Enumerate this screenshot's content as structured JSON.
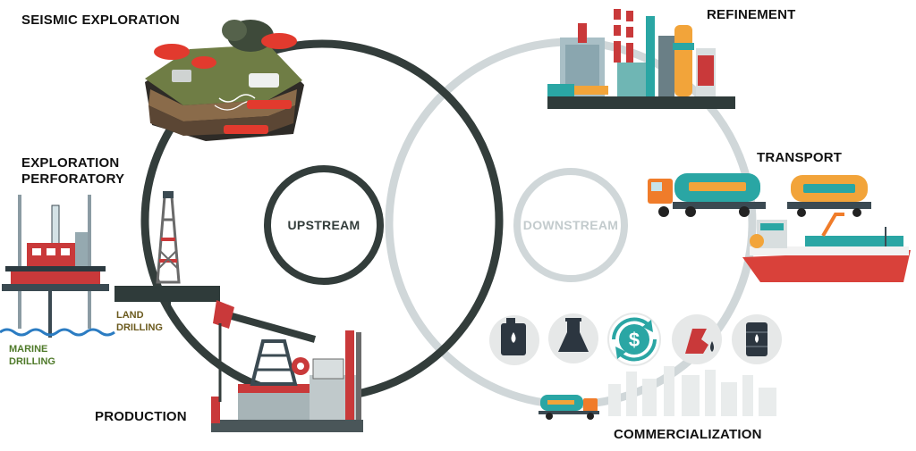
{
  "titles": {
    "seismic": "SEISMIC EXPLORATION",
    "exploration_line1": "EXPLORATION",
    "exploration_line2": "PERFORATORY",
    "production": "PRODUCTION",
    "refinement": "REFINEMENT",
    "transport": "TRANSPORT",
    "commercialization": "COMMERCIALIZATION"
  },
  "hubs": {
    "upstream": "UPSTREAM",
    "downstream": "DOWNSTREAM"
  },
  "drilling": {
    "land_line1": "LAND",
    "land_line2": "DRILLING",
    "marine_line1": "MARINE",
    "marine_line2": "DRILLING"
  },
  "colors": {
    "upstream_ring": "#333d3b",
    "downstream_ring": "#d0d7d9",
    "accent_red": "#e23a2e",
    "accent_teal": "#2aa6a4",
    "land_label": "#6b5a1e",
    "marine_label": "#4f7a2a"
  },
  "icons": [
    "fuel-can-icon",
    "flask-icon",
    "dollar-cycle-icon",
    "fuel-nozzle-icon",
    "oil-barrel-icon"
  ]
}
